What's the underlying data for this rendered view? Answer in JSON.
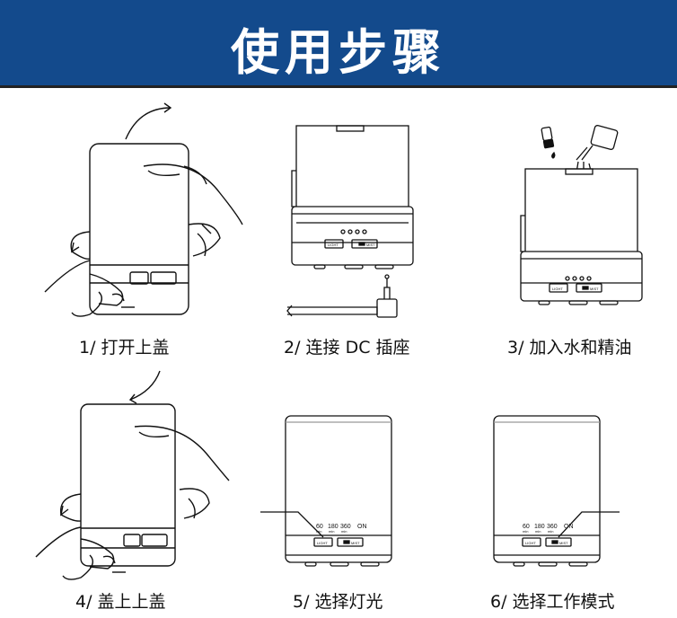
{
  "header": {
    "title": "使用步骤"
  },
  "steps": [
    {
      "caption": "1/ 打开上盖"
    },
    {
      "caption": "2/ 连接 DC 插座"
    },
    {
      "caption": "3/ 加入水和精油"
    },
    {
      "caption": "4/ 盖上上盖"
    },
    {
      "caption": "5/ 选择灯光"
    },
    {
      "caption": "6/ 选择工作模式"
    }
  ],
  "device": {
    "light_label": "LIGHT",
    "mist_label": "MIST",
    "on_label": "ON",
    "timers": [
      {
        "value": "60",
        "unit": "min"
      },
      {
        "value": "180",
        "unit": "min"
      },
      {
        "value": "360",
        "unit": "min"
      }
    ]
  },
  "colors": {
    "header_bg": "#134a8c",
    "header_text": "#ffffff"
  }
}
